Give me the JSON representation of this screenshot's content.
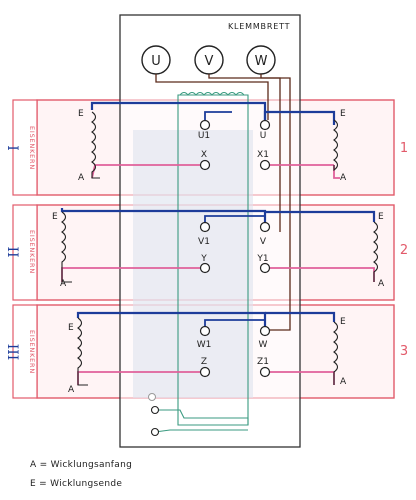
{
  "board": {
    "title": "KLEMMBRETT",
    "meters": [
      "U",
      "V",
      "W"
    ]
  },
  "rows": [
    {
      "index": "1",
      "roman": "I",
      "core_label": "EISENKERN",
      "winding_start": "A",
      "winding_end": "E",
      "terminals_inner": [
        "U1",
        "X"
      ],
      "terminals_outer": [
        "U",
        "X1"
      ]
    },
    {
      "index": "2",
      "roman": "II",
      "core_label": "EISENKERN",
      "winding_start": "A",
      "winding_end": "E",
      "terminals_inner": [
        "V1",
        "Y"
      ],
      "terminals_outer": [
        "V",
        "Y1"
      ]
    },
    {
      "index": "3",
      "roman": "III",
      "core_label": "EISENKERN",
      "winding_start": "A",
      "winding_end": "E",
      "terminals_inner": [
        "W1",
        "Z"
      ],
      "terminals_outer": [
        "W",
        "Z1"
      ]
    }
  ],
  "legend": {
    "a": "A = Wicklungsanfang",
    "e": "E = Wicklungsende"
  },
  "colors": {
    "box_border": "#e25a6a",
    "box_fill": "#fff4f5",
    "winding_blue": "#1d3c9a",
    "winding_pink": "#e0609a",
    "meter_wire": "#5a2a1a",
    "inner_green": "#3a9a80",
    "board_line": "#333333",
    "core_fill": "#dde3ee"
  }
}
